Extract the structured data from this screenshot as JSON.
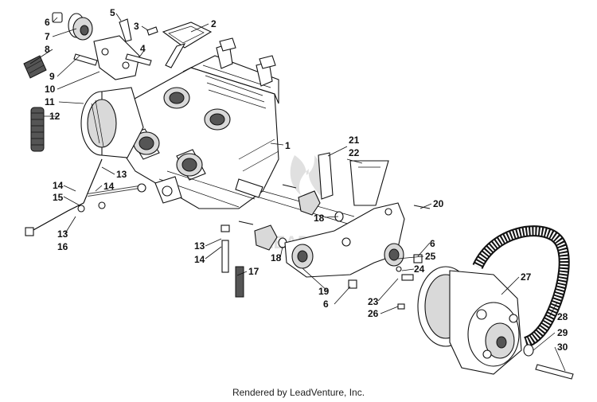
{
  "diagram": {
    "callouts": [
      "1",
      "2",
      "3",
      "4",
      "5",
      "6",
      "7",
      "8",
      "9",
      "10",
      "11",
      "12",
      "13",
      "14",
      "15",
      "16",
      "17",
      "18",
      "19",
      "20",
      "21",
      "22",
      "23",
      "24",
      "25",
      "26",
      "27",
      "28",
      "29",
      "30"
    ],
    "watermark_text": "LEADVENTURE"
  },
  "footer": {
    "credit": "Rendered by LeadVenture, Inc."
  }
}
